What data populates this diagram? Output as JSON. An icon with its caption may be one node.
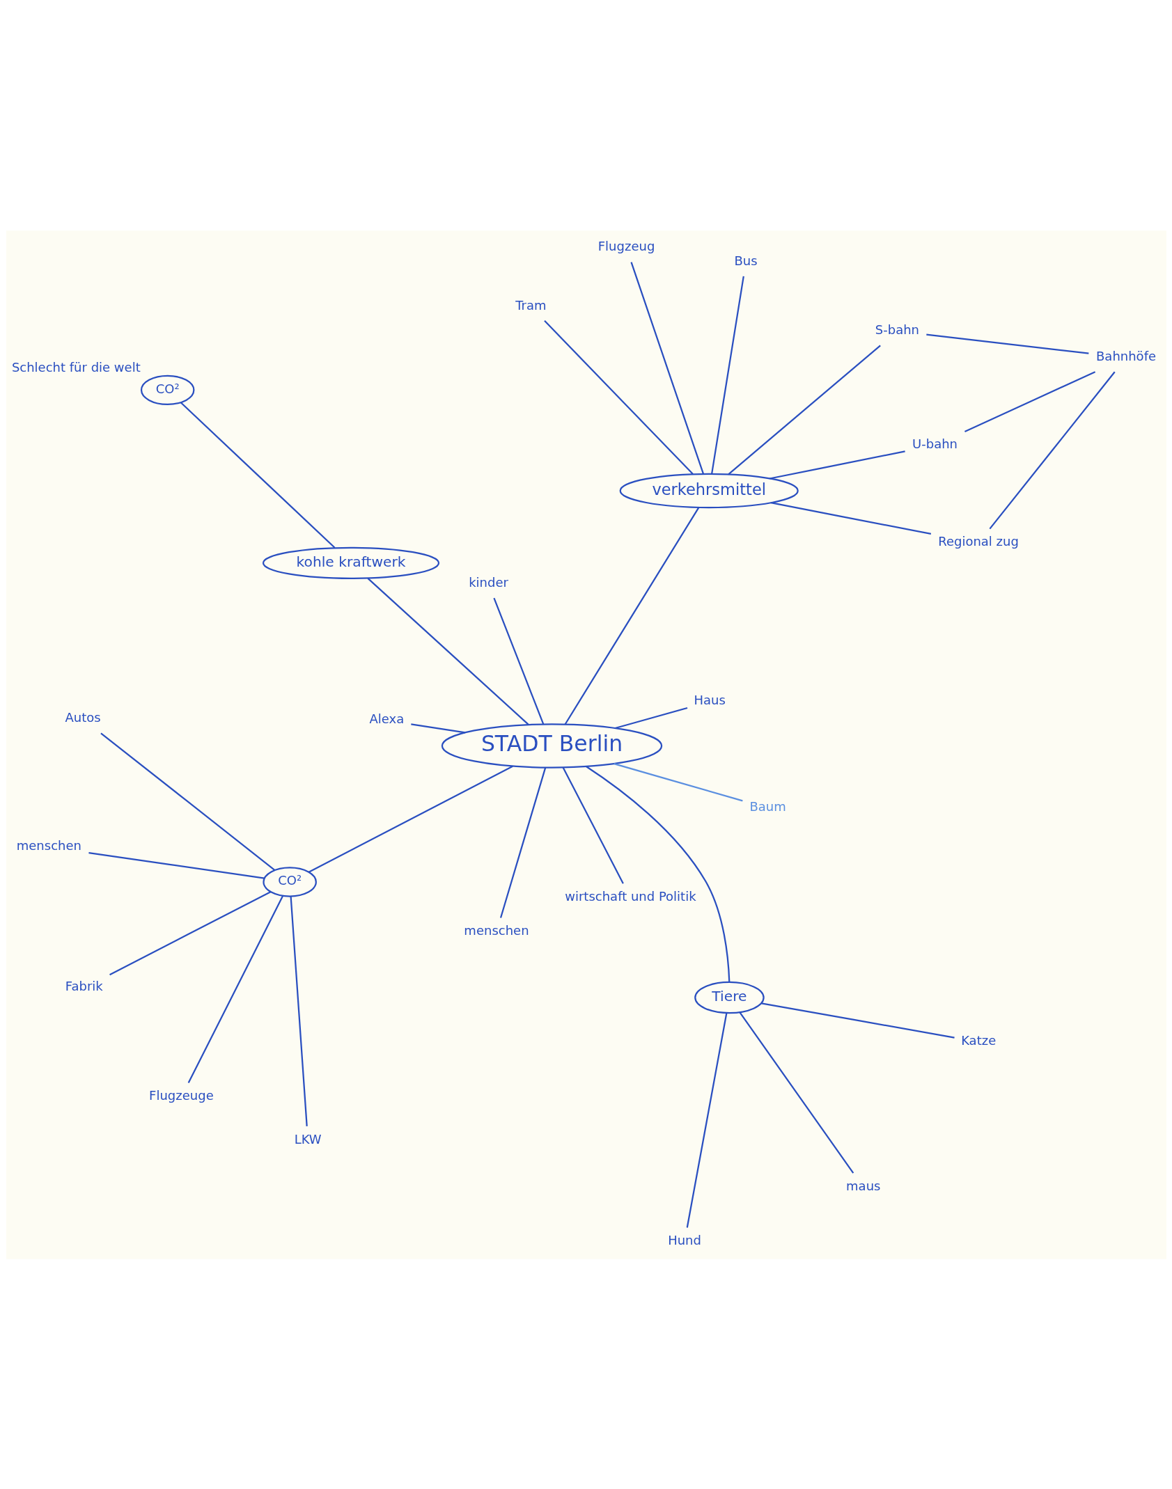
{
  "diagram": {
    "nodes": [
      {
        "text": [
          "STADT Berlin"
        ]
      },
      {
        "text": [
          "CO²"
        ]
      },
      {
        "text": [
          "Flugzeuge"
        ]
      },
      {
        "text": [
          "Autos"
        ]
      },
      {
        "text": [
          "LKW"
        ]
      },
      {
        "text": [
          "menschen"
        ]
      },
      {
        "text": [
          "Fabrik"
        ]
      },
      {
        "text": [
          "Tiere"
        ]
      },
      {
        "text": [
          "Hund"
        ]
      },
      {
        "text": [
          "Katze"
        ]
      },
      {
        "text": [
          "maus"
        ]
      },
      {
        "text": [
          "Alexa"
        ]
      },
      {
        "text": [
          "Baum"
        ]
      },
      {
        "text": [
          "Haus"
        ]
      },
      {
        "text": [
          "kinder"
        ]
      },
      {
        "text": [
          "menschen"
        ]
      },
      {
        "text": [
          "wirtschaft und Politik"
        ]
      },
      {
        "text": [
          "kohle kraftwerk"
        ]
      },
      {
        "text": [
          "CO²"
        ],
        "beside": [
          "Schlecht für die welt"
        ]
      },
      {
        "text": [
          "verkehrsmittel"
        ]
      },
      {
        "text": [
          "Tram"
        ]
      },
      {
        "text": [
          "U-bahn"
        ]
      },
      {
        "text": [
          "Bus"
        ]
      },
      {
        "text": [
          "S-bahn"
        ]
      },
      {
        "text": [
          "Flugzeug"
        ]
      },
      {
        "text": [
          "Regional zug"
        ]
      },
      {
        "text": [
          "Bahnhöfe"
        ]
      }
    ],
    "edges": [
      {
        "from": 2,
        "to": 1,
        "arrow": "none"
      },
      {
        "from": 3,
        "to": 1,
        "arrow": "none"
      },
      {
        "from": 4,
        "to": 1,
        "arrow": "none"
      },
      {
        "from": 5,
        "to": 1,
        "arrow": "none"
      },
      {
        "from": 6,
        "to": 1,
        "arrow": "none"
      },
      {
        "from": 1,
        "to": 0,
        "arrow": "none"
      },
      {
        "from": 8,
        "to": 7,
        "arrow": "none"
      },
      {
        "from": 9,
        "to": 7,
        "arrow": "none"
      },
      {
        "from": 10,
        "to": 7,
        "arrow": "none"
      },
      {
        "from": 7,
        "to": 0,
        "arrow": "none"
      },
      {
        "from": 11,
        "to": 0,
        "arrow": "none"
      },
      {
        "from": 12,
        "to": 0,
        "arrow": "none",
        "color": "#5b8fe0"
      },
      {
        "from": 0,
        "to": 13,
        "arrow": "none"
      },
      {
        "from": 0,
        "to": 14,
        "arrow": "none"
      },
      {
        "from": 0,
        "to": 15,
        "arrow": "none"
      },
      {
        "from": 0,
        "to": 16,
        "arrow": "none"
      },
      {
        "from": 0,
        "to": 17,
        "arrow": "none"
      },
      {
        "from": 17,
        "to": 18,
        "arrow": "none"
      },
      {
        "from": 0,
        "to": 19,
        "arrow": "none"
      },
      {
        "from": 19,
        "to": 20,
        "arrow": "none"
      },
      {
        "from": 19,
        "to": 21,
        "arrow": "none"
      },
      {
        "from": 19,
        "to": 22,
        "arrow": "none"
      },
      {
        "from": 19,
        "to": 23,
        "arrow": "none"
      },
      {
        "from": 19,
        "to": 24,
        "arrow": "none"
      },
      {
        "from": 19,
        "to": 25,
        "arrow": "none"
      },
      {
        "from": 21,
        "to": 26,
        "arrow": "none"
      },
      {
        "from": 23,
        "to": 26,
        "arrow": "none"
      },
      {
        "from": 26,
        "to": 25,
        "arrow": "none"
      }
    ]
  }
}
